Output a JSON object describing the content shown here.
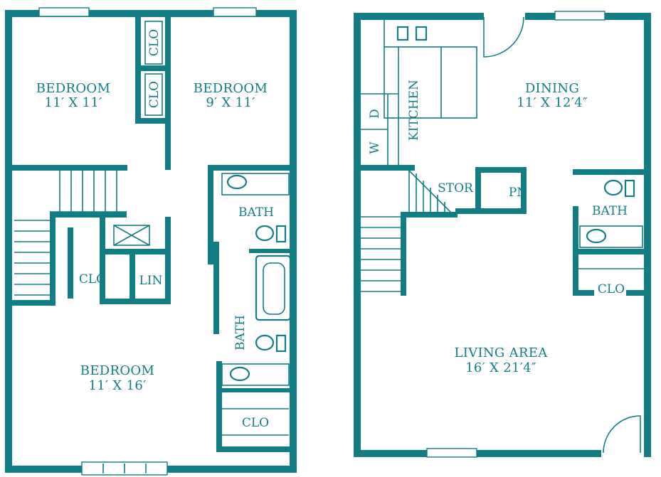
{
  "upper_floor": {
    "bedroom_nw": {
      "name": "BEDROOM",
      "size": "11′ X 11′"
    },
    "bedroom_ne": {
      "name": "BEDROOM",
      "size": "9′ X 11′"
    },
    "bedroom_s": {
      "name": "BEDROOM",
      "size": "11′ X 16′"
    },
    "closet_top_1": "CLO",
    "closet_top_2": "CLO",
    "closet_mid": "CLO",
    "linen": "LIN",
    "bath_upper": "BATH",
    "bath_lower": "BATH",
    "closet_bottom": "CLO"
  },
  "main_floor": {
    "kitchen": "KITCHEN",
    "washer": "W",
    "dryer": "D",
    "dining": {
      "name": "DINING",
      "size": "11′ X 12′4″"
    },
    "storage": "STOR",
    "pantry": "PN",
    "bath": "BATH",
    "closet": "CLO",
    "living": {
      "name": "LIVING AREA",
      "size": "16′ X 21′4″"
    }
  },
  "colors": {
    "wall": "#137d86",
    "background": "#ffffff"
  }
}
